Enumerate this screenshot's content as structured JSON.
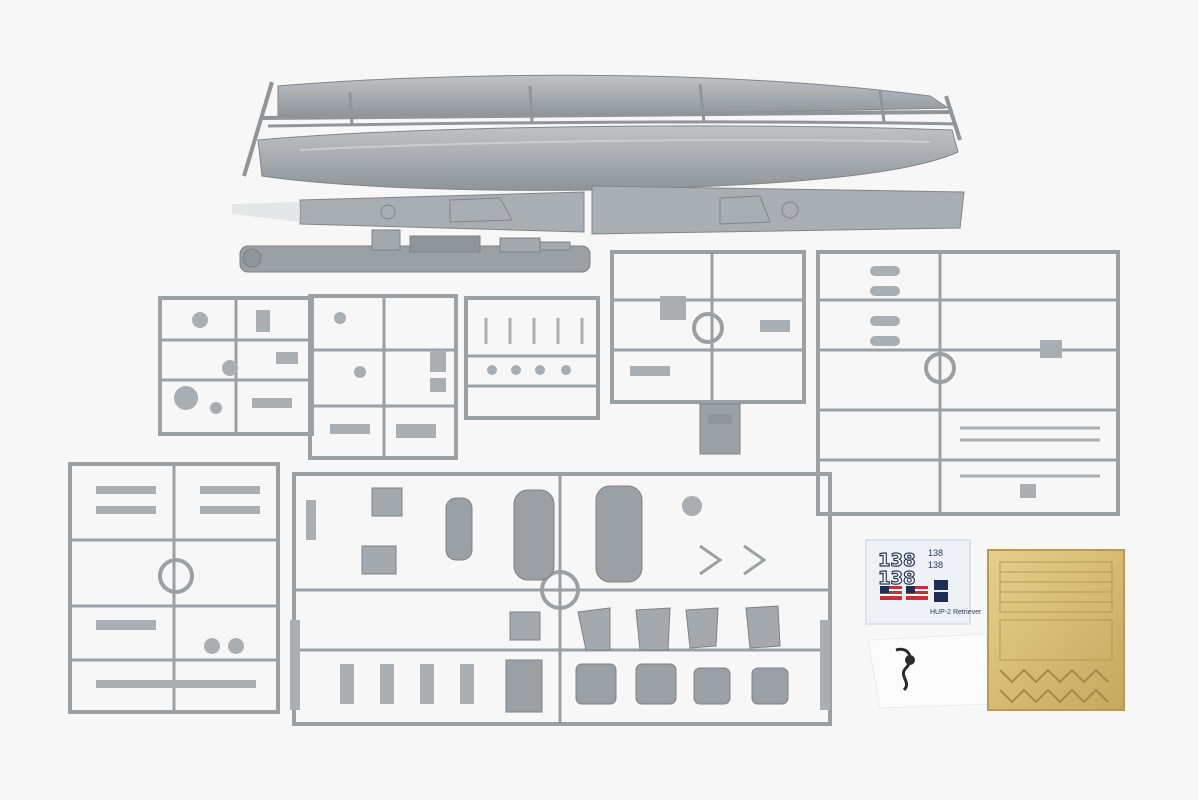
{
  "photo": {
    "background": "#f7f7f7",
    "plastic_color": "#a9aeb2",
    "plastic_shade": "#8f9599",
    "plastic_highlight": "#c3c7ca",
    "etch_color": "#d8bf7a",
    "etch_shade": "#b89a52"
  },
  "decal_sheet": {
    "hull_numbers": [
      "138",
      "138"
    ],
    "small_numbers": [
      "138",
      "138"
    ],
    "caption": "HUP-2 Retriever",
    "colors": {
      "navy": "#1f2d55",
      "red": "#c8312f",
      "white": "#ffffff",
      "sheet": "#eef2f6"
    }
  }
}
